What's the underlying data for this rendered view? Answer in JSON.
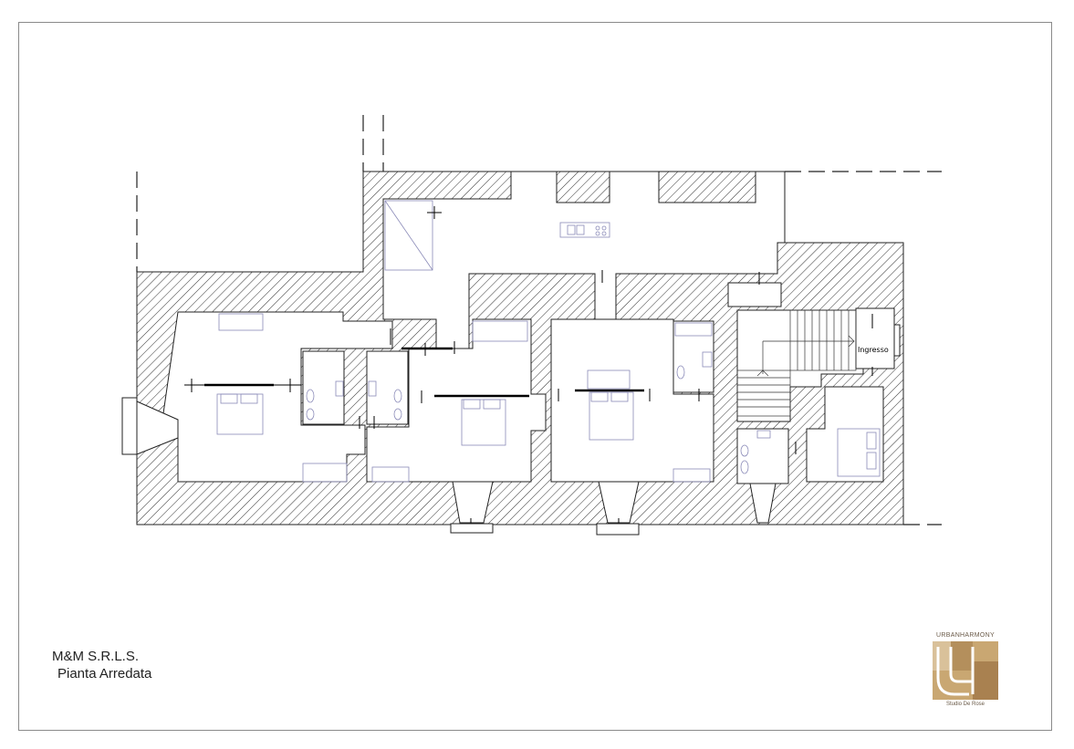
{
  "sheet": {
    "company": "M&M S.R.L.S.",
    "drawing_title": "Pianta Arredata"
  },
  "plan": {
    "entrance_label": "Ingresso"
  },
  "logo": {
    "brand_text": "URBANHARMONY",
    "studio_text": "Studio De Rose",
    "colors": [
      "#c9a772",
      "#b48f5c",
      "#d9c19a",
      "#a98150"
    ]
  }
}
